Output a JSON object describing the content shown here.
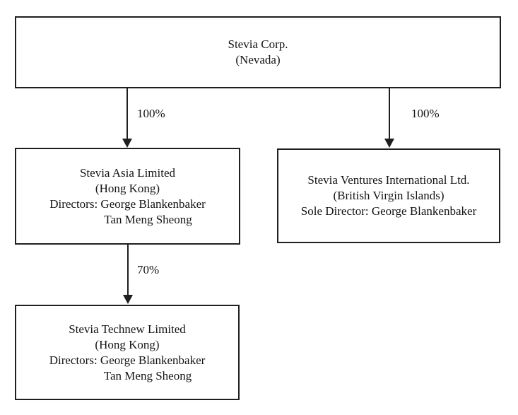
{
  "colors": {
    "background": "#ffffff",
    "line": "#1f1f1f",
    "text": "#141414"
  },
  "nodes": {
    "parent": {
      "lines": [
        "Stevia Corp.",
        "(Nevada)"
      ]
    },
    "asia": {
      "lines": [
        "Stevia Asia Limited",
        "(Hong Kong)",
        "Directors: George Blankenbaker",
        "Tan Meng Sheong"
      ]
    },
    "ventures": {
      "lines": [
        "Stevia Ventures International Ltd.",
        "(British Virgin Islands)",
        "Sole Director: George Blankenbaker"
      ]
    },
    "technew": {
      "lines": [
        "Stevia Technew Limited",
        "(Hong Kong)",
        "Directors: George Blankenbaker",
        "Tan Meng Sheong"
      ]
    }
  },
  "edges": {
    "parent_to_asia": {
      "label": "100%"
    },
    "parent_to_ventures": {
      "label": "100%"
    },
    "asia_to_technew": {
      "label": "70%"
    }
  }
}
